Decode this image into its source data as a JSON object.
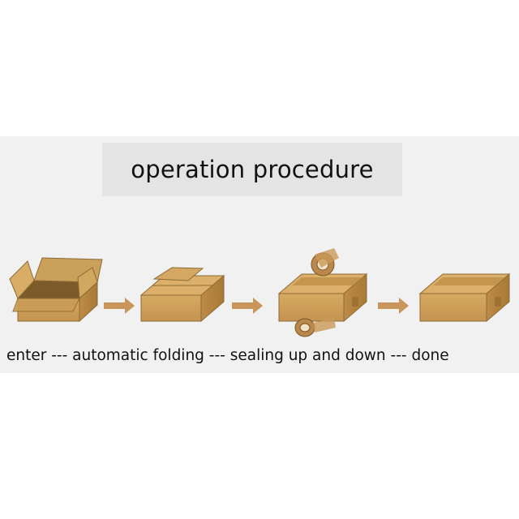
{
  "title": "operation procedure",
  "steps": {
    "s1": "enter",
    "sep1": " --- ",
    "s2": "automatic folding",
    "sep2": " --- ",
    "s3": "sealing up and down",
    "sep3": " --- ",
    "s4": "done"
  },
  "colors": {
    "cardboard_front": "#cfa15a",
    "cardboard_side": "#b7873f",
    "cardboard_top": "#dcb06a",
    "arrow": "#c8955a",
    "band": "#f1f1f1",
    "title_box": "#e4e4e4"
  }
}
